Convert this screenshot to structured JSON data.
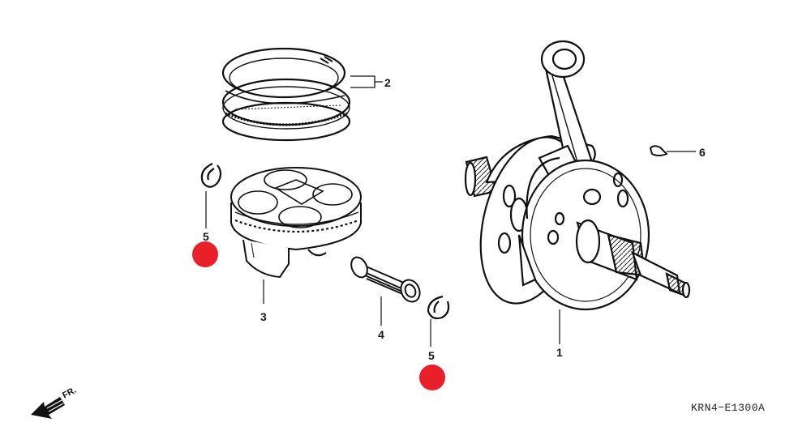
{
  "parts": [
    {
      "id": "crankshaft",
      "number": "1"
    },
    {
      "id": "piston-ring-set",
      "number": "2"
    },
    {
      "id": "piston",
      "number": "3"
    },
    {
      "id": "piston-pin",
      "number": "4"
    },
    {
      "id": "piston-pin-clip-left",
      "number": "5"
    },
    {
      "id": "piston-pin-clip-right",
      "number": "5"
    },
    {
      "id": "woodruff-key",
      "number": "6"
    }
  ],
  "orientation_label": "FR.",
  "diagram_code": "KRN4−E1300A",
  "colors": {
    "marker": "#e8202a",
    "line": "#111111",
    "background": "#ffffff"
  }
}
